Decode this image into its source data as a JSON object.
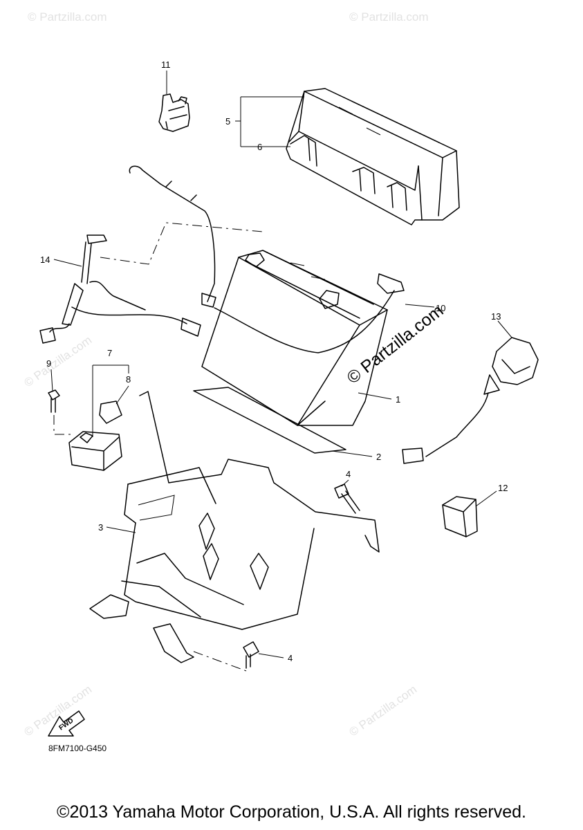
{
  "callouts": {
    "c1": "1",
    "c2": "2",
    "c3": "3",
    "c4a": "4",
    "c4b": "4",
    "c5": "5",
    "c6": "6",
    "c7": "7",
    "c8": "8",
    "c9": "9",
    "c10": "10",
    "c11": "11",
    "c12": "12",
    "c13": "13",
    "c14": "14"
  },
  "watermark": "© Partzilla.com",
  "watermark_faint": "© Partzilla.com",
  "fwd_label": "FWD",
  "diagram_code": "8FM7100-G450",
  "copyright": "©2013 Yamaha Motor Corporation, U.S.A. All rights reserved.",
  "colors": {
    "line": "#000000",
    "watermark": "#e2e2e2",
    "background": "#ffffff"
  }
}
